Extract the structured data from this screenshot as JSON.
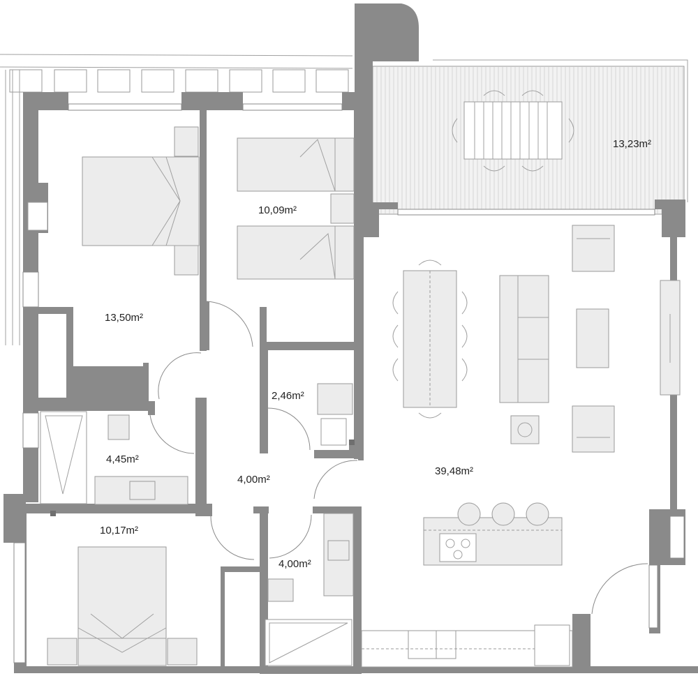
{
  "rooms": [
    {
      "id": "bedroom-1",
      "area": "13,50m²"
    },
    {
      "id": "bedroom-2",
      "area": "10,09m²"
    },
    {
      "id": "bathroom-1",
      "area": "4,45m²"
    },
    {
      "id": "storage",
      "area": "2,46m²"
    },
    {
      "id": "hallway",
      "area": "4,00m²"
    },
    {
      "id": "bathroom-2",
      "area": "4,00m²"
    },
    {
      "id": "bedroom-3",
      "area": "10,17m²"
    },
    {
      "id": "living-kitchen",
      "area": "39,48m²"
    },
    {
      "id": "terrace",
      "area": "13,23m²"
    }
  ],
  "colors": {
    "wall": "#8a8a8a",
    "furniture": "#ececec",
    "terrace": "#f2f2f2",
    "label": "#222222"
  }
}
